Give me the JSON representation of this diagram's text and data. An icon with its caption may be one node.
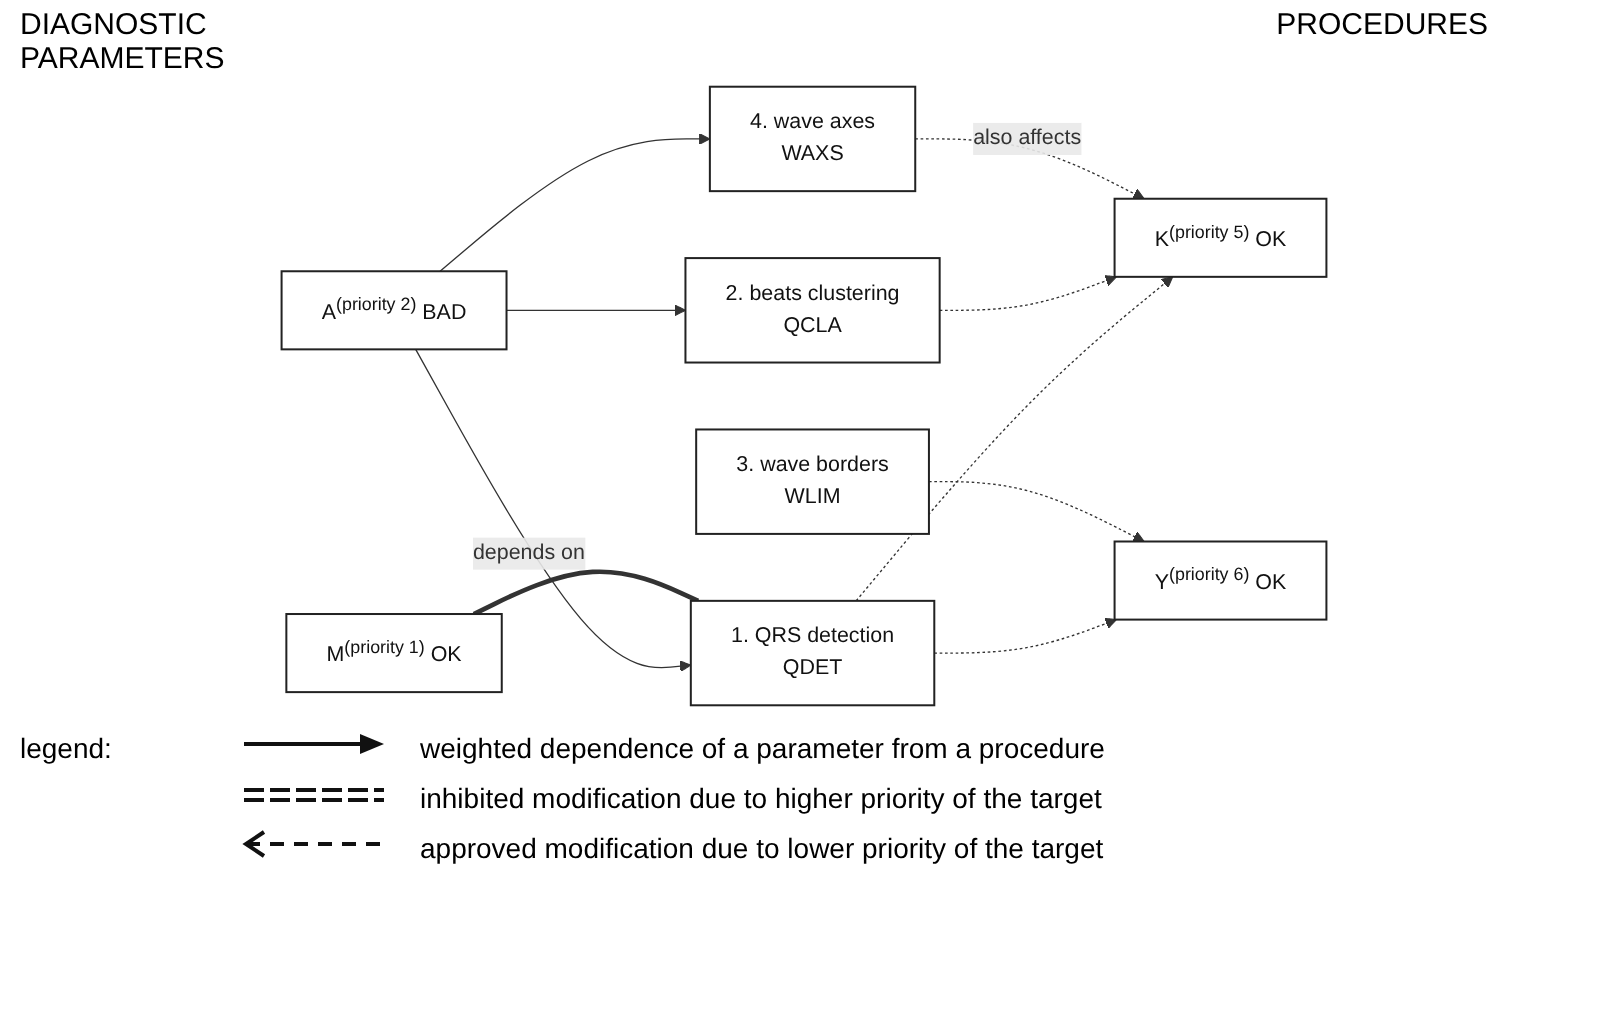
{
  "diagram": {
    "nodes": [
      {
        "text": [
          "A$^{(priority 2)}$ BAD"
        ]
      },
      {
        "text": [
          "M$^{(priority 1)}$ OK"
        ]
      },
      {
        "text": [
          "K$^{(priority 5)}$ OK"
        ]
      },
      {
        "text": [
          "Y$^{(priority 6)}$ OK"
        ]
      },
      {
        "text": [
          "1. QRS detection",
          "QDET"
        ]
      },
      {
        "text": [
          "2. beats clustering",
          "QCLA"
        ]
      },
      {
        "text": [
          "3. wave borders",
          "WLIM"
        ]
      },
      {
        "text": [
          "4. wave axes",
          "WAXS"
        ]
      }
    ],
    "edges": [
      {
        "from": 0,
        "to": 4,
        "arrow": "to",
        "label": "depends on"
      },
      {
        "from": 0,
        "to": 5,
        "arrow": "to"
      },
      {
        "from": 0,
        "to": 7,
        "arrow": "to"
      },
      {
        "from": 1,
        "to": 4,
        "arrow": "none",
        "style": "thick"
      },
      {
        "from": 4,
        "to": 2,
        "arrow": "to",
        "style": "dashed"
      },
      {
        "from": 5,
        "to": 2,
        "arrow": "to",
        "style": "dashed"
      },
      {
        "from": 7,
        "to": 2,
        "arrow": "to",
        "style": "dashed",
        "label": "also affects"
      },
      {
        "from": 4,
        "to": 3,
        "arrow": "to",
        "style": "dashed"
      },
      {
        "from": 6,
        "to": 3,
        "arrow": "to",
        "style": "dashed"
      }
    ],
    "labels": [
      "DIAGNOSTIC PARAMETERS",
      "PROCEDURES",
      "legend:"
    ],
    "legend": [
      {
        "text": "weighted dependence of a parameter from a procedure"
      },
      {
        "text": "inhibited modification due to higher priority of the target"
      },
      {
        "text": "approved modification due to lower priority of the target"
      }
    ]
  }
}
